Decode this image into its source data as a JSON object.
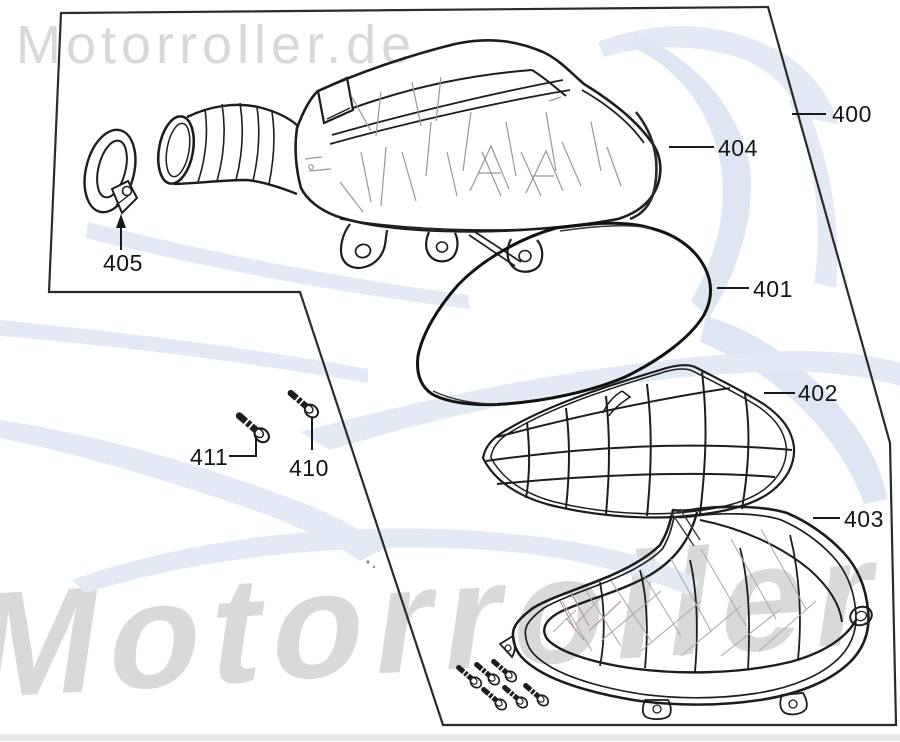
{
  "watermarks": {
    "top_text": "Motorroller.de",
    "bottom_text": "Motorroller",
    "text_color": "#d8d8d8",
    "swoosh_color": "#e3eaf5"
  },
  "diagram": {
    "kind": "exploded-parts-diagram",
    "line_color": "#1d1d1d",
    "part_labels": [
      {
        "number": "400"
      },
      {
        "number": "401"
      },
      {
        "number": "402"
      },
      {
        "number": "403"
      },
      {
        "number": "404"
      },
      {
        "number": "405"
      },
      {
        "number": "410"
      },
      {
        "number": "411"
      }
    ]
  }
}
